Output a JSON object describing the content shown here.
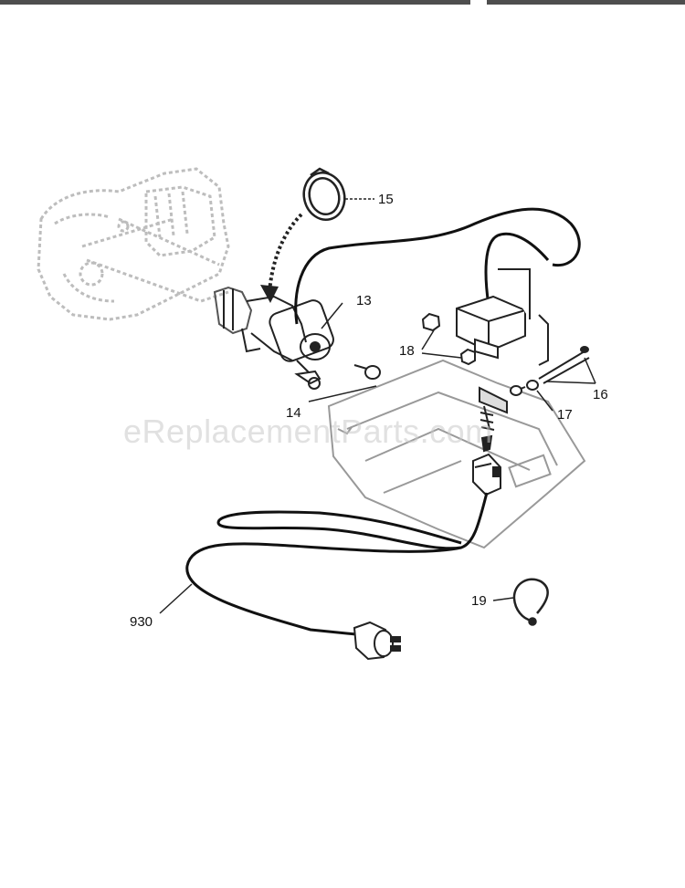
{
  "diagram": {
    "callouts": [
      {
        "id": "13",
        "label": "13"
      },
      {
        "id": "14",
        "label": "14"
      },
      {
        "id": "15",
        "label": "15"
      },
      {
        "id": "16",
        "label": "16"
      },
      {
        "id": "17",
        "label": "17"
      },
      {
        "id": "18",
        "label": "18"
      },
      {
        "id": "19",
        "label": "19"
      },
      {
        "id": "930",
        "label": "930"
      }
    ],
    "watermark": "eReplacementParts.com"
  }
}
